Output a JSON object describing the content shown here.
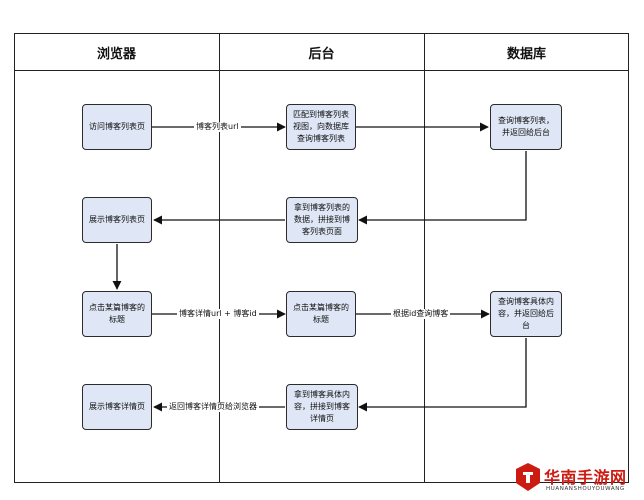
{
  "lanes": [
    {
      "id": "browser",
      "label": "浏览器"
    },
    {
      "id": "backend",
      "label": "后台"
    },
    {
      "id": "database",
      "label": "数据库"
    }
  ],
  "nodes": [
    {
      "id": "n1",
      "lane": "browser",
      "text": "访问博客列表页"
    },
    {
      "id": "n2",
      "lane": "backend",
      "text": "匹配到博客列表\n视图，向数据库\n查询博客列表"
    },
    {
      "id": "n3",
      "lane": "database",
      "text": "查询博客列表，\n并返回给后台"
    },
    {
      "id": "n4",
      "lane": "backend",
      "text": "拿到博客列表的\n数据，拼接到博\n客列表页面"
    },
    {
      "id": "n5",
      "lane": "browser",
      "text": "展示博客列表页"
    },
    {
      "id": "n6",
      "lane": "browser",
      "text": "点击某篇博客的\n标题"
    },
    {
      "id": "n7",
      "lane": "backend",
      "text": "点击某篇博客的\n标题"
    },
    {
      "id": "n8",
      "lane": "database",
      "text": "查询博客具体内\n容，并返回给后\n台"
    },
    {
      "id": "n9",
      "lane": "backend",
      "text": "拿到博客具体内\n容，拼接到博客\n详情页"
    },
    {
      "id": "n10",
      "lane": "browser",
      "text": "展示博客详情页"
    }
  ],
  "edges": [
    {
      "from": "n1",
      "to": "n2",
      "label": "博客列表url"
    },
    {
      "from": "n2",
      "to": "n3",
      "label": ""
    },
    {
      "from": "n3",
      "to": "n4",
      "label": ""
    },
    {
      "from": "n4",
      "to": "n5",
      "label": ""
    },
    {
      "from": "n5",
      "to": "n6",
      "label": ""
    },
    {
      "from": "n6",
      "to": "n7",
      "label": "博客详情url + 博客id"
    },
    {
      "from": "n7",
      "to": "n8",
      "label": "根据id查询博客"
    },
    {
      "from": "n8",
      "to": "n9",
      "label": ""
    },
    {
      "from": "n9",
      "to": "n10",
      "label": "返回博客详情页给浏览器"
    }
  ],
  "watermark": {
    "title": "华南手游网",
    "subtitle": "HUANANSHOUYOUWANG"
  },
  "colors": {
    "node_fill": "#dfe7f6",
    "node_border": "#2b2b2b",
    "line": "#111111",
    "watermark": "#cc1c12"
  }
}
